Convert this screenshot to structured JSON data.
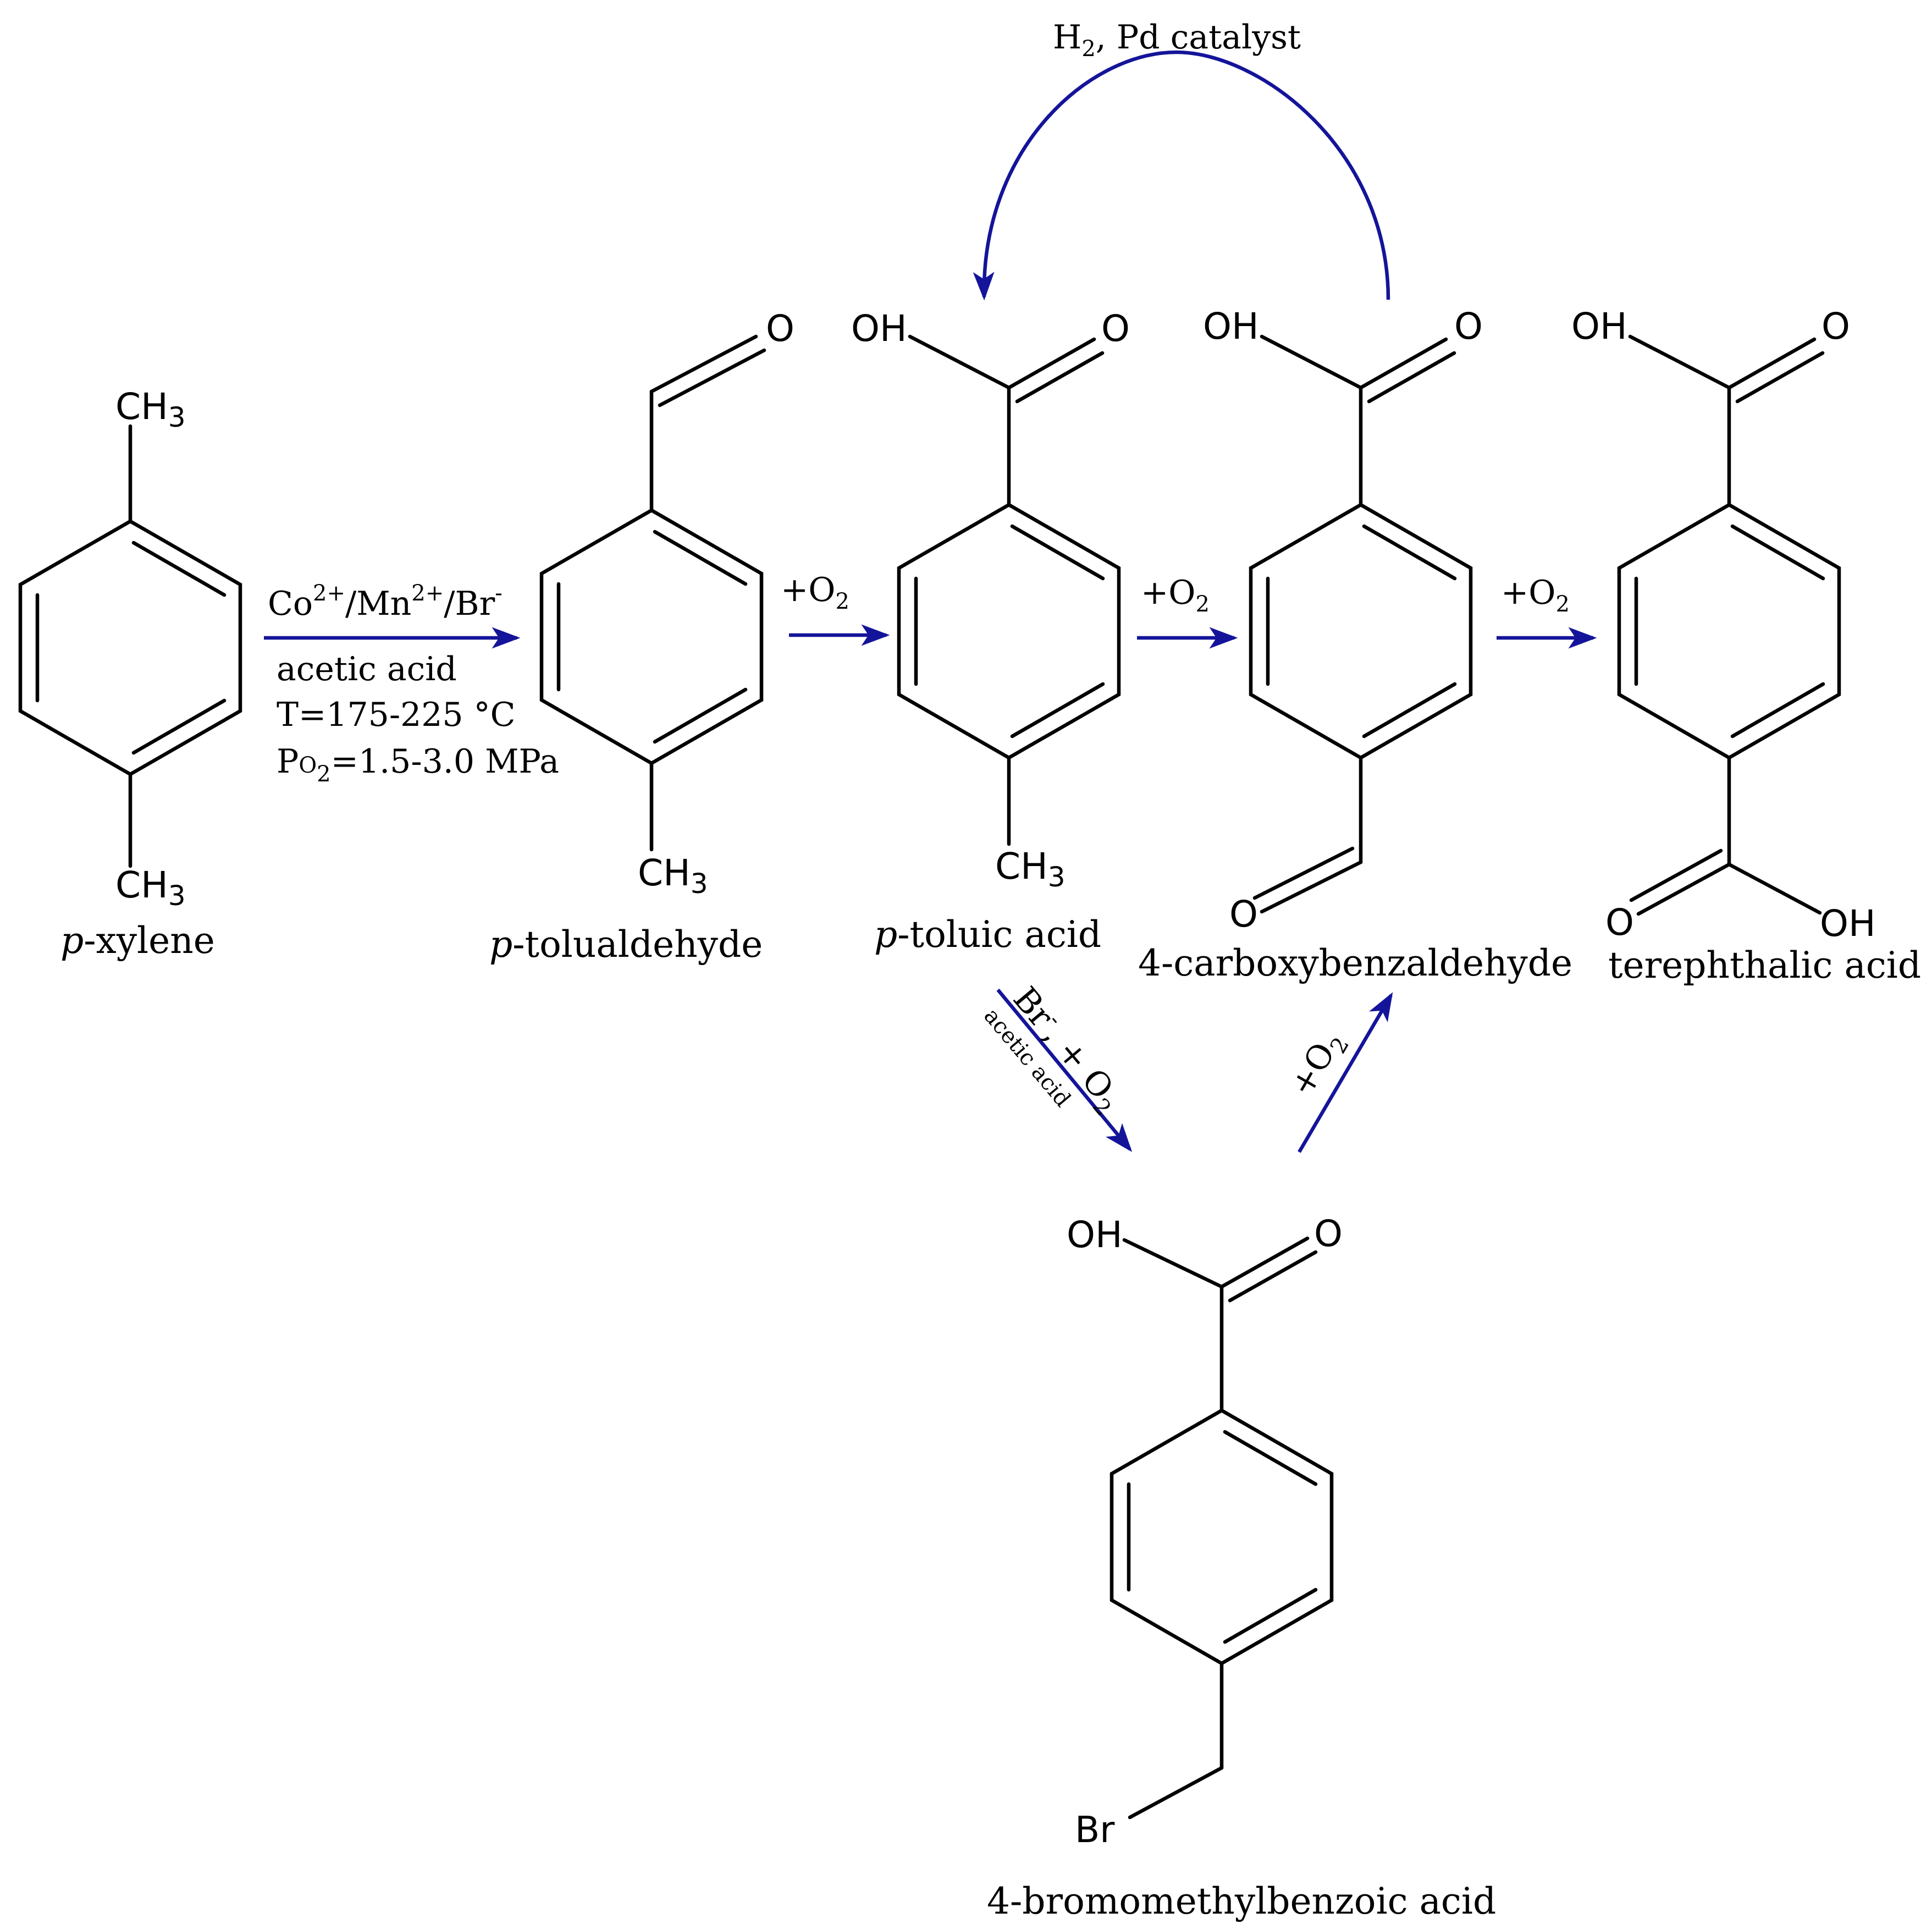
{
  "colors": {
    "arrow": "#14149a",
    "bond": "#000000",
    "background": "#ffffff"
  },
  "atoms": {
    "ch3": "CH",
    "three": "3",
    "o": "O",
    "oh": "OH",
    "br": "Br"
  },
  "compounds": {
    "p_xylene": {
      "prefix": "p",
      "name": "-xylene"
    },
    "p_tolualdehyde": {
      "prefix": "p",
      "name": "-tolualdehyde"
    },
    "p_toluic_acid": {
      "prefix": "p",
      "name": "-toluic acid"
    },
    "carboxybenzaldehyde": {
      "name": "4-carboxybenzaldehyde"
    },
    "terephthalic_acid": {
      "name": "terephthalic acid"
    },
    "bromomethylbenzoic_acid": {
      "name": "4-bromomethylbenzoic acid"
    }
  },
  "conditions": {
    "step1": {
      "co": "Co",
      "co_charge": "2+",
      "mn": "/Mn",
      "mn_charge": "2+",
      "br": "/Br",
      "br_charge": "-",
      "solvent": "acetic acid",
      "temperature": "T=175-225 °C",
      "pressure_p": "P",
      "pressure_o": "O",
      "pressure_sub": "2",
      "pressure_value": "=1.5-3.0 MPa"
    },
    "plus_o": "+O",
    "o_sub": "2",
    "hydrogenation": {
      "h": "H",
      "h_sub": "2",
      "rest": ", Pd catalyst"
    },
    "bromination": {
      "br": "Br",
      "br_charge": "-",
      "rest": ", + O",
      "o_sub": "2",
      "solvent": "acetic acid"
    }
  }
}
